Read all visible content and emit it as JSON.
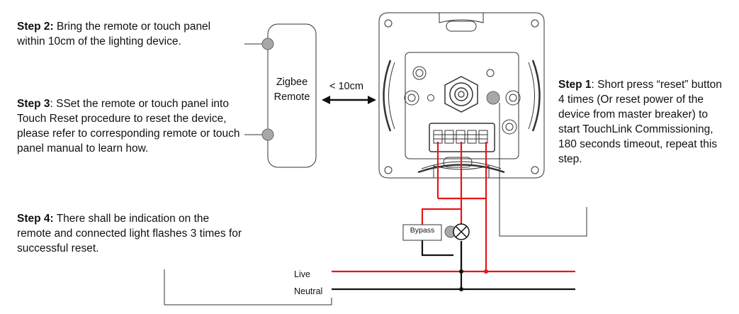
{
  "steps": {
    "step2": {
      "title": "Step 2:",
      "text": " Bring the remote or touch panel within 10cm of the lighting device."
    },
    "step3": {
      "title": "Step 3",
      "text": ": SSet the remote or touch panel into Touch Reset procedure to reset the device, please refer to corresponding remote or touch panel manual to learn how."
    },
    "step4": {
      "title": "Step 4:",
      "text": " There shall be indication on the remote and connected light flashes 3 times for successful reset."
    },
    "step1": {
      "title": "Step 1",
      "text": ": Short press “reset” button 4 times (Or reset power of the device from master breaker) to start TouchLink Commissioning, 180 seconds timeout, repeat this step."
    }
  },
  "remote": {
    "label_line1": "Zigbee",
    "label_line2": "Remote"
  },
  "distance": {
    "label": "< 10cm"
  },
  "wiring": {
    "live_label": "Live",
    "neutral_label": "Neutral",
    "bypass_label": "Bypass"
  },
  "colors": {
    "live_wire": "#e8141b",
    "neutral_wire": "#111111",
    "outline": "#333333",
    "button_grey": "#a8a8a8"
  }
}
